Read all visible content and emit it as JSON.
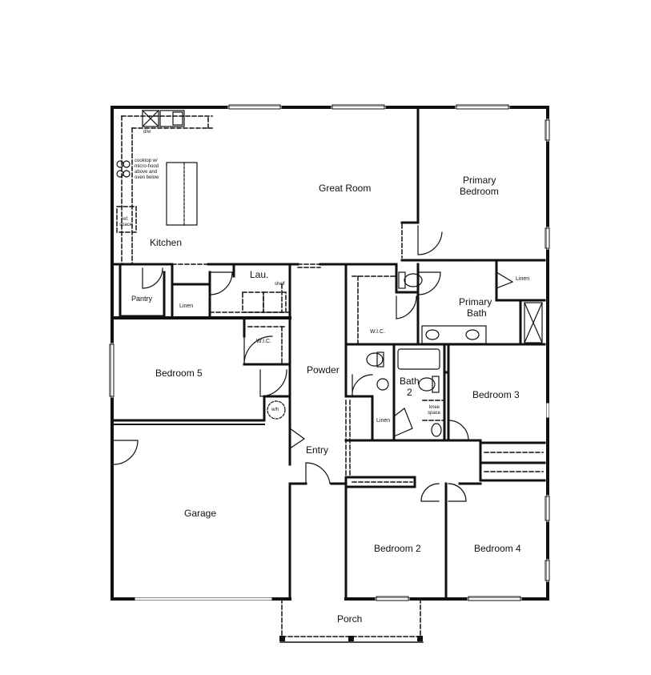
{
  "plan": {
    "rooms": {
      "great_room": "Great Room",
      "kitchen": "Kitchen",
      "primary_bedroom_l1": "Primary",
      "primary_bedroom_l2": "Bedroom",
      "pantry": "Pantry",
      "laundry": "Lau.",
      "primary_bath_l1": "Primary",
      "primary_bath_l2": "Bath",
      "bedroom_5": "Bedroom 5",
      "bedroom_3": "Bedroom 3",
      "bedroom_2": "Bedroom 2",
      "bedroom_4": "Bedroom 4",
      "bath_2_l1": "Bath",
      "bath_2_l2": "2",
      "powder": "Powder",
      "entry": "Entry",
      "garage": "Garage",
      "porch": "Porch"
    },
    "fixtures": {
      "dishwasher": "d/w",
      "cooktop_l1": "cooktop w/",
      "cooktop_l2": "micro-hood",
      "cooktop_l3": "above and",
      "cooktop_l4": "oven below",
      "ref_l1": "ref.",
      "ref_l2": "space",
      "linen_hall": "Linen",
      "shelf": "shelf",
      "wic_bedroom5": "W.I.C.",
      "wic_primary": "W.I.C.",
      "linen_primary": "Linen",
      "linen_bath2": "Linen",
      "knee_l1": "knee",
      "knee_l2": "space",
      "water_heater": "w/h"
    },
    "colors": {
      "wall": "#111111",
      "background": "#ffffff",
      "dashed": "#222222"
    }
  }
}
